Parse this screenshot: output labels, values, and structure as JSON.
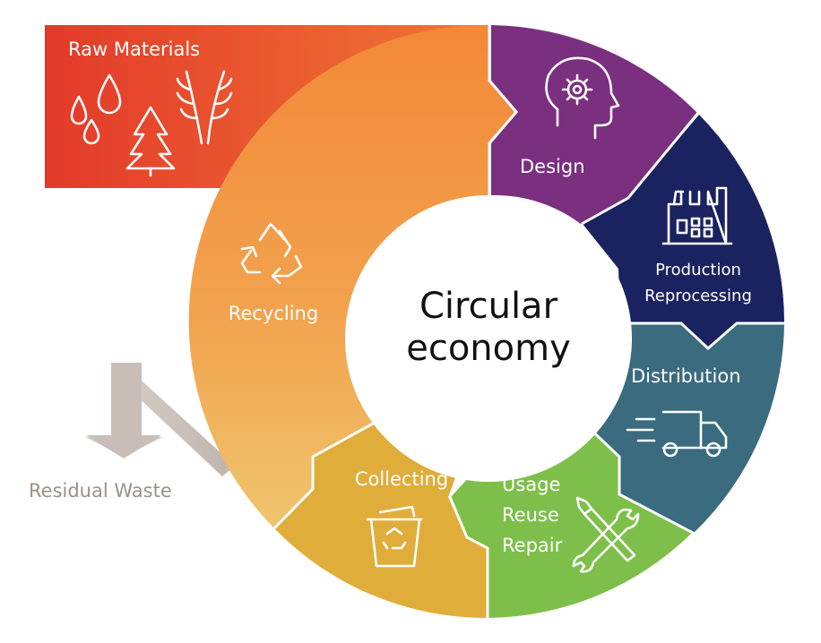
{
  "center": {
    "line1": "Circular",
    "line2": "economy"
  },
  "segments": {
    "raw_materials": {
      "label": "Raw Materials",
      "icon": "water-drops-tree-wheat-icon",
      "color": "#e8452b"
    },
    "design": {
      "label": "Design",
      "icon": "head-gear-icon",
      "color": "#7b2f7f"
    },
    "production": {
      "line1": "Production",
      "line2": "Reprocessing",
      "icon": "factory-icon",
      "color": "#1a2260"
    },
    "distribution": {
      "label": "Distribution",
      "icon": "delivery-truck-icon",
      "color": "#3a6b7f"
    },
    "usage": {
      "line1": "Usage",
      "line2": "Reuse",
      "line3": "Repair",
      "icon": "wrench-screwdriver-icon",
      "color": "#7dbf4a"
    },
    "collecting": {
      "label": "Collecting",
      "icon": "recycle-bin-icon",
      "color": "#e0ad3a"
    },
    "recycling": {
      "label": "Recycling",
      "icon": "recycle-arrows-icon",
      "color": "#f28c3b"
    }
  },
  "residual": {
    "label": "Residual Waste",
    "icon": "downward-arrow-icon",
    "color": "#9e8f86"
  }
}
